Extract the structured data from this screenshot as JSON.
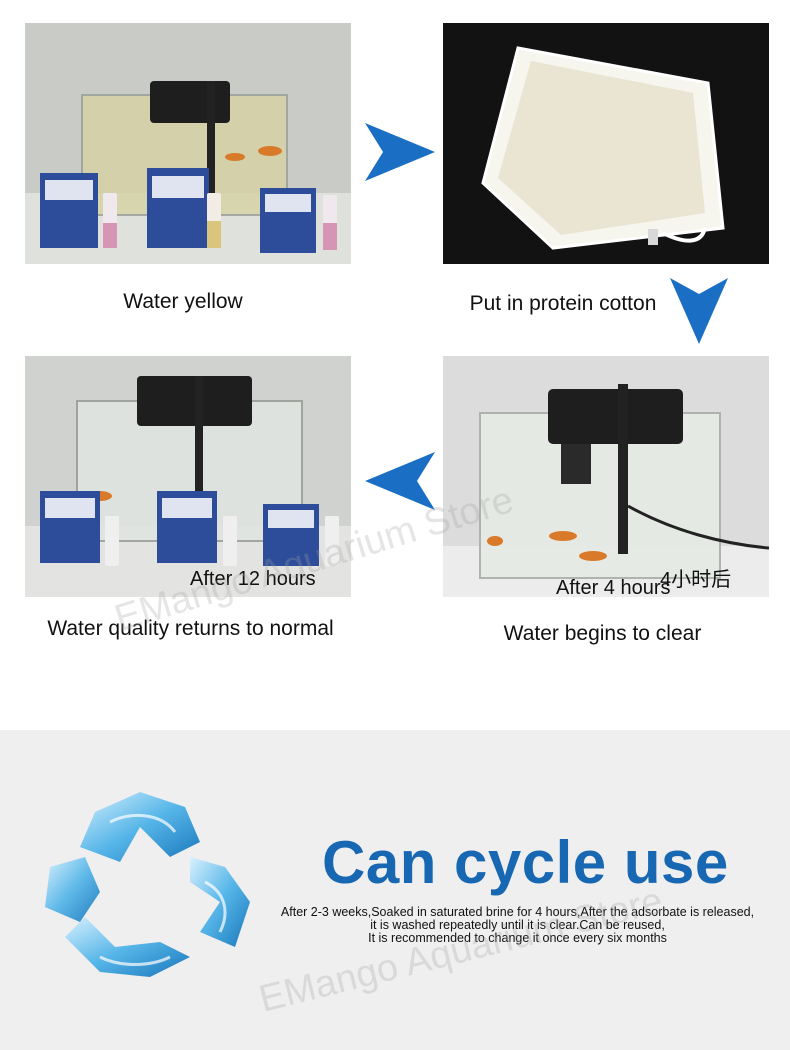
{
  "steps": [
    {
      "caption": "Water yellow"
    },
    {
      "caption": "Put in protein cotton"
    },
    {
      "caption": "Water begins to clear",
      "overlay": "After 4 hours",
      "overlay_cn": "4小时后"
    },
    {
      "caption": "Water quality returns to normal",
      "overlay": "After 12 hours"
    }
  ],
  "bottom": {
    "headline": "Can cycle use",
    "desc_lines": [
      "After 2-3 weeks,Soaked in saturated brine for 4 hours,After the adsorbate is released,",
      "it is washed repeatedly until it is clear.Can be reused,",
      "It is recommended to change it once every six months"
    ]
  },
  "watermark": "EMango Aquarium Store",
  "colors": {
    "arrow": "#1a6fc4",
    "headline": "#1767b3",
    "panel": "#efefef"
  },
  "icons": [
    "arrow-right-icon",
    "arrow-down-icon",
    "arrow-left-icon",
    "recycle-icon"
  ]
}
